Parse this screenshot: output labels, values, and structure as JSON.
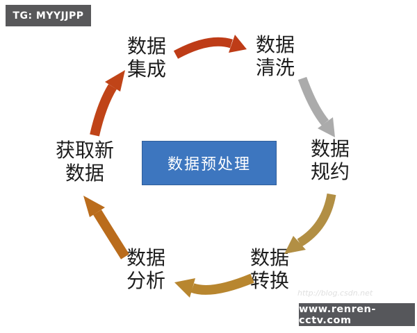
{
  "badges": {
    "tg": "TG: MYYJJPP",
    "site": "www.renren-cctv.com"
  },
  "watermark": "http://blog.csdn.net",
  "center": {
    "label": "数据预处理",
    "color": "#3d76bf",
    "text_color": "#ffffff"
  },
  "nodes": {
    "integration": {
      "line1": "数据",
      "line2": "集成"
    },
    "cleaning": {
      "line1": "数据",
      "line2": "清洗"
    },
    "reduction": {
      "line1": "数据",
      "line2": "规约"
    },
    "transformation": {
      "line1": "数据",
      "line2": "转换"
    },
    "analysis": {
      "line1": "数据",
      "line2": "分析"
    },
    "acquire": {
      "line1": "获取新",
      "line2": "数据"
    }
  },
  "arrows": [
    {
      "from": "数据集成",
      "to": "数据清洗",
      "color": "#be3c17"
    },
    {
      "from": "数据清洗",
      "to": "数据规约",
      "color": "#ababab"
    },
    {
      "from": "数据规约",
      "to": "数据转换",
      "color": "#b28f44"
    },
    {
      "from": "数据转换",
      "to": "数据分析",
      "color": "#b8862f"
    },
    {
      "from": "数据分析",
      "to": "获取新数据",
      "color": "#ba6c1c"
    },
    {
      "from": "获取新数据",
      "to": "数据集成",
      "color": "#c04418"
    }
  ]
}
